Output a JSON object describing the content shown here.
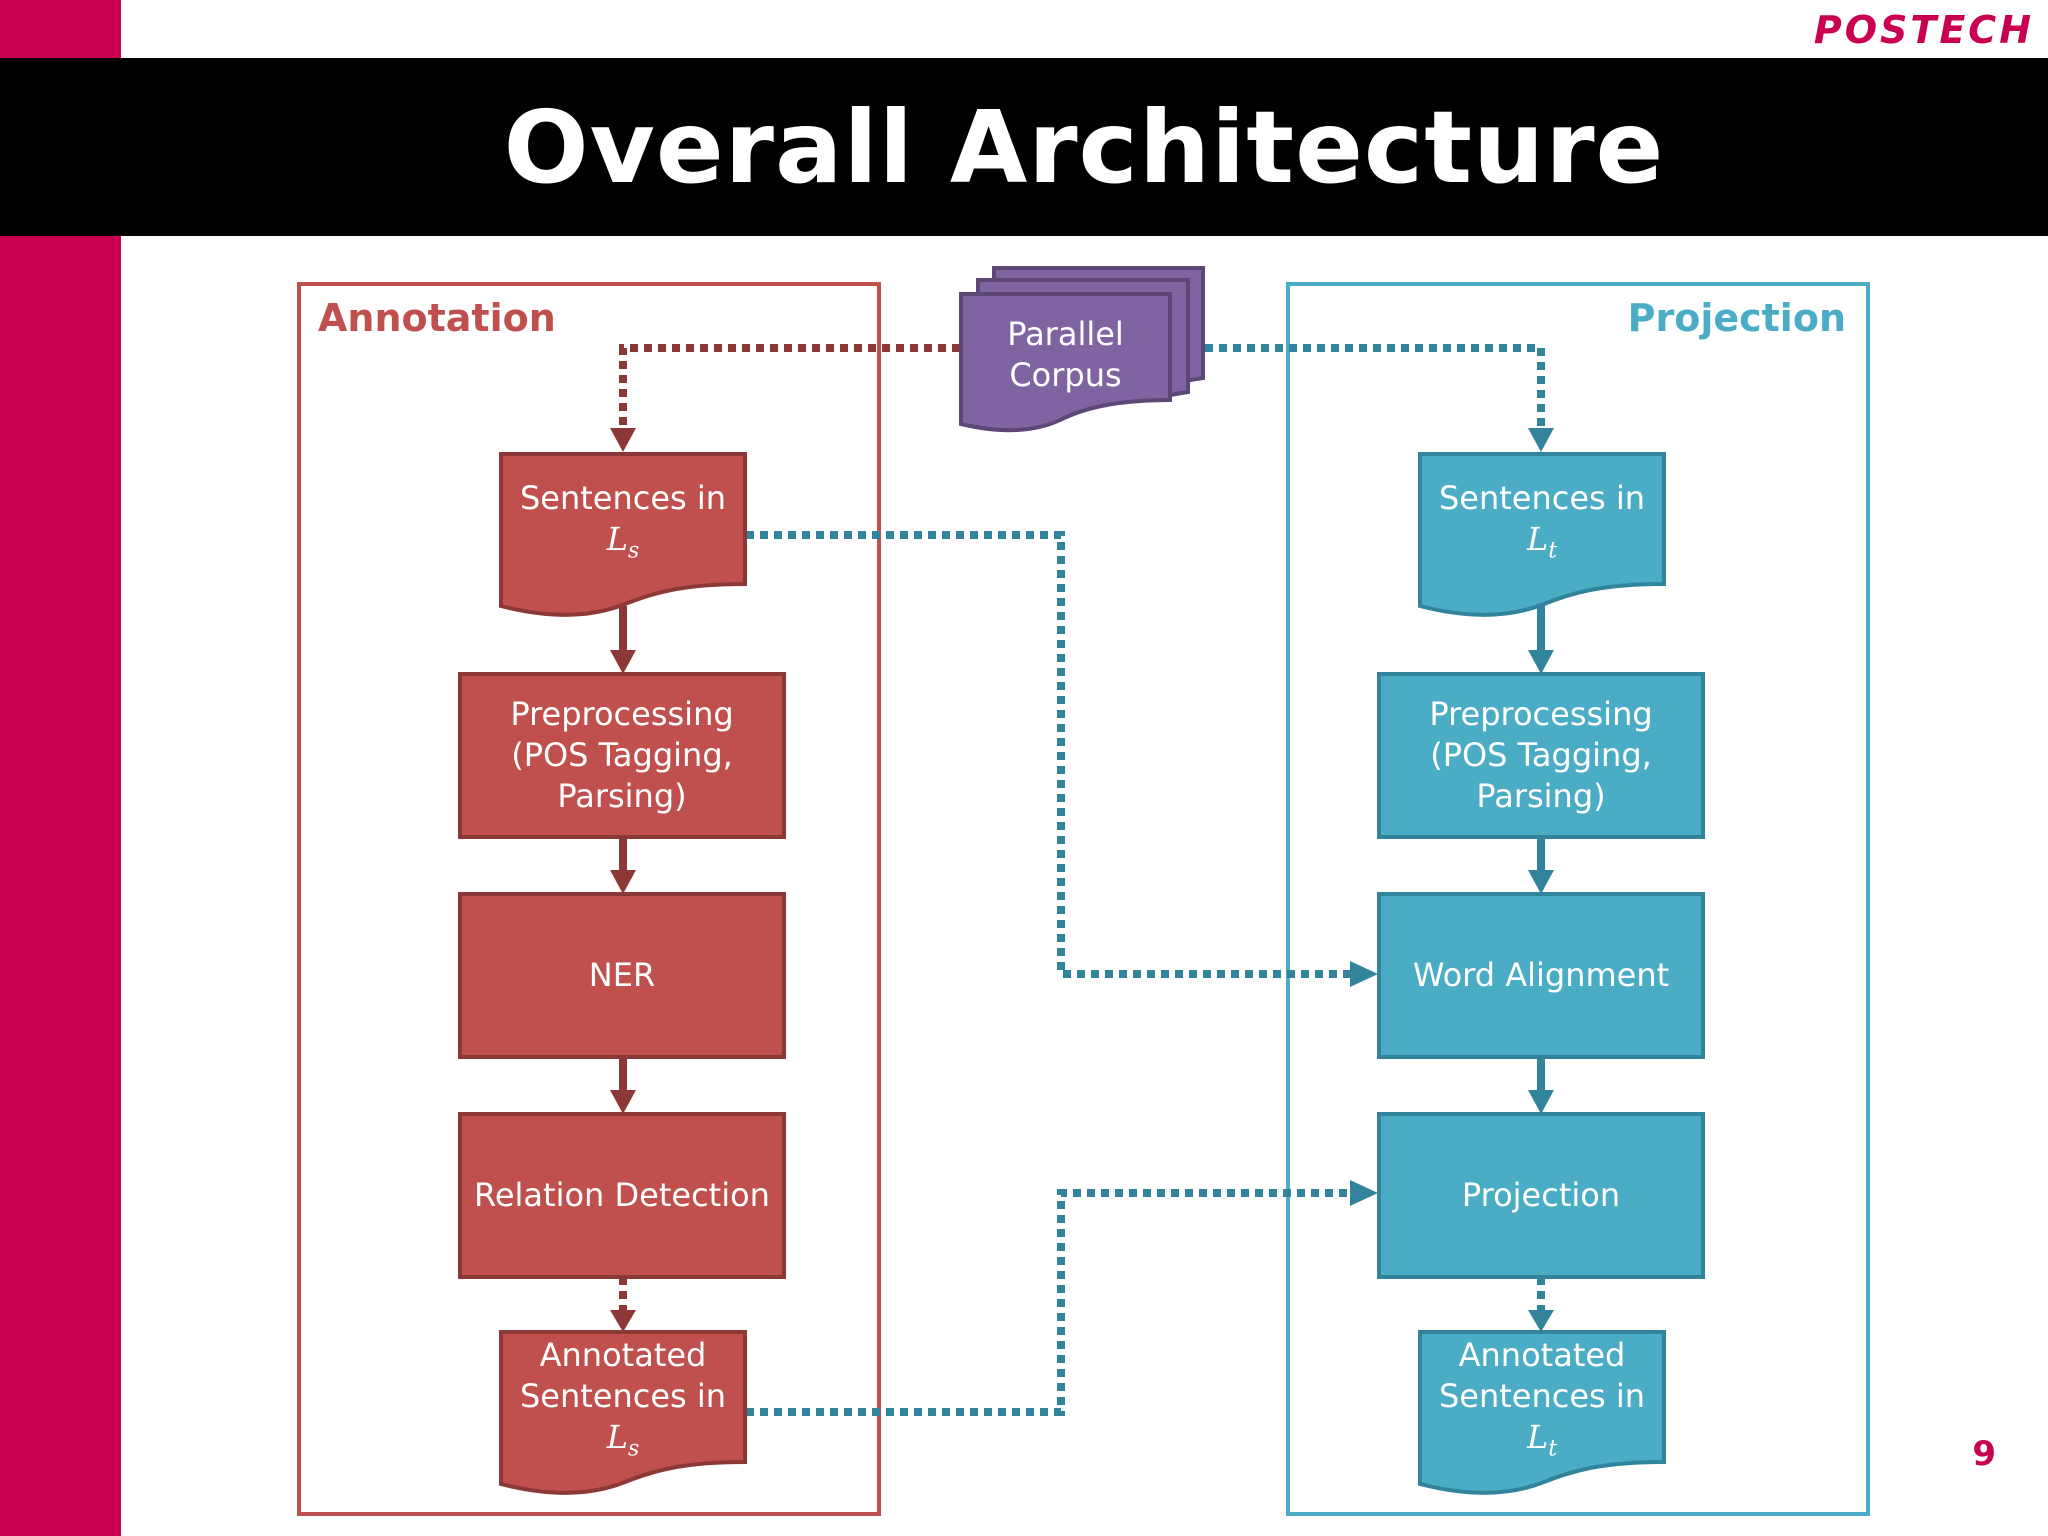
{
  "header": {
    "logo": "POSTECH",
    "title": "Overall Architecture"
  },
  "panels": {
    "annotation": "Annotation",
    "projection": "Projection"
  },
  "nodes": {
    "parallel_corpus": [
      "Parallel",
      "Corpus"
    ],
    "src_sentences": {
      "line1": "Sentences in",
      "var": "L",
      "sub": "s"
    },
    "src_preprocessing": [
      "Preprocessing",
      "(POS Tagging,",
      "Parsing)"
    ],
    "src_ner": "NER",
    "src_relation": "Relation Detection",
    "src_annotated": {
      "line1": "Annotated",
      "line2": "Sentences in",
      "var": "L",
      "sub": "s"
    },
    "tgt_sentences": {
      "line1": "Sentences in",
      "var": "L",
      "sub": "t"
    },
    "tgt_preprocessing": [
      "Preprocessing",
      "(POS Tagging,",
      "Parsing)"
    ],
    "tgt_alignment": "Word Alignment",
    "tgt_projection": "Projection",
    "tgt_annotated": {
      "line1": "Annotated",
      "line2": "Sentences in",
      "var": "L",
      "sub": "t"
    }
  },
  "colors": {
    "brand": "#c8004f",
    "annotation_fill": "#c0504d",
    "annotation_border": "#8c3836",
    "projection_fill": "#4bacc6",
    "projection_border": "#31849b",
    "corpus_fill": "#8064a2",
    "corpus_border": "#5c4776"
  },
  "page_number": "9"
}
